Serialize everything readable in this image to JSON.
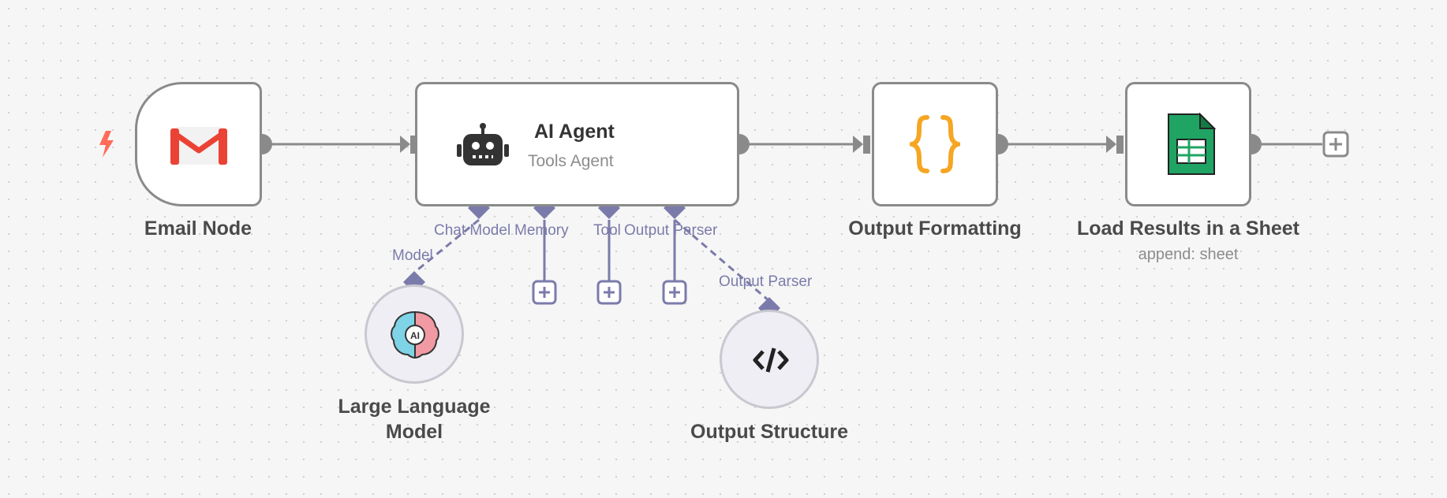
{
  "nodes": {
    "email": {
      "label": "Email Node"
    },
    "agent": {
      "title": "AI Agent",
      "subtitle": "Tools Agent"
    },
    "formatting": {
      "label": "Output Formatting"
    },
    "sheet": {
      "label": "Load Results in a Sheet",
      "subtitle": "append: sheet"
    },
    "llm": {
      "label_line1": "Large Language",
      "label_line2": "Model"
    },
    "structure": {
      "label": "Output Structure"
    }
  },
  "ports": {
    "chat_model": "Chat Model",
    "memory": "Memory",
    "tool": "Tool",
    "output_parser": "Output Parser",
    "model_conn": "Model",
    "parser_conn": "Output Parser"
  },
  "icons": {
    "trigger": "lightning-bolt-icon",
    "email": "gmail-icon",
    "agent": "robot-icon",
    "formatting": "curly-braces-icon",
    "sheet": "google-sheets-icon",
    "llm": "ai-brain-icon",
    "structure": "code-icon",
    "llm_badge": "AI"
  },
  "colors": {
    "connection": "#8a8a8a",
    "sub_connection": "#7b7bab",
    "trigger": "#ff6d5a",
    "braces": "#f5a623",
    "sheet_green": "#1fa463"
  }
}
